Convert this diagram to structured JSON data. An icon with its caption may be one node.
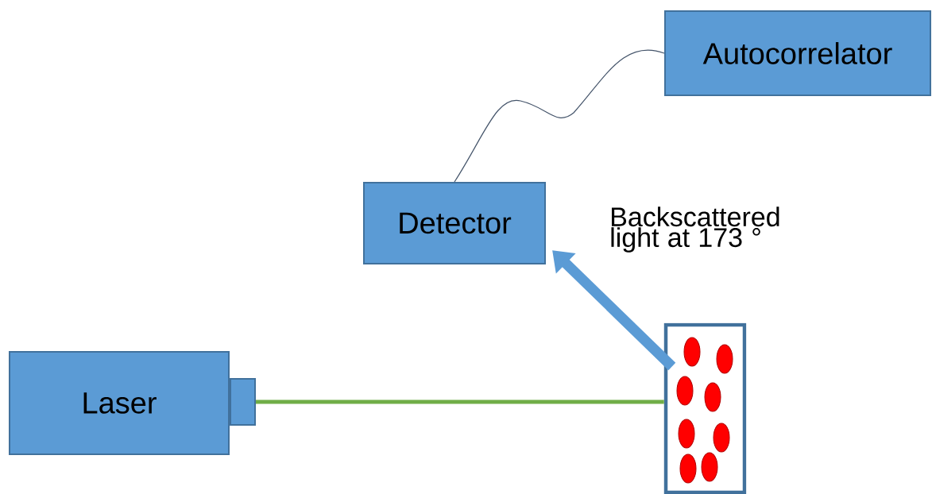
{
  "diagram": {
    "nodes": [
      {
        "text": [
          "Laser"
        ]
      },
      {
        "text": [],
        "shape": "box"
      },
      {
        "text": [],
        "shape": "box"
      },
      {
        "text": [
          "Detector"
        ]
      },
      {
        "text": [
          "Autocorrelator"
        ]
      }
    ],
    "edges": [
      {
        "from": 1,
        "to": 2,
        "arrow": "none",
        "color": "#70ad47"
      },
      {
        "from": 2,
        "to": 3,
        "arrow": "to",
        "style": "thick",
        "color": "#5b9bd5",
        "label": "Backscattered light at 173 °"
      },
      {
        "from": 3,
        "to": 4,
        "arrow": "none",
        "color": "#44546a"
      }
    ]
  }
}
